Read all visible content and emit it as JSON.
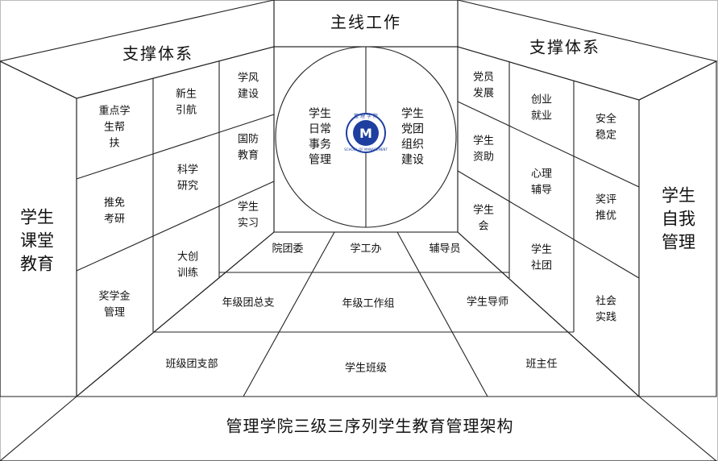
{
  "title": "管理学院三级三序列学生教育管理架构",
  "main_line": "主线工作",
  "support_left_title": "支撑体系",
  "support_right_title": "支撑体系",
  "left_panel": "学生课堂教育",
  "right_panel": "学生自我管理",
  "center": {
    "left_half": "学生日常事务管理",
    "right_half": "学生党团组织建设",
    "logo_top": "管 理 学 院",
    "logo_bottom": "SCHOOL OF MANAGEMENT",
    "logo_mark": "M"
  },
  "left_wall": {
    "col1": [
      "重点学生帮扶",
      "推免考研",
      "奖学金管理"
    ],
    "col2": [
      "新生引航",
      "科学研究",
      "大创训练"
    ],
    "col3": [
      "学风建设",
      "国防教育",
      "学生实习"
    ]
  },
  "right_wall": {
    "col1": [
      "党员发展",
      "学生资助",
      "学生会"
    ],
    "col2": [
      "创业就业",
      "心理辅导",
      "学生社团"
    ],
    "col3": [
      "安全稳定",
      "奖评推优",
      "社会实践"
    ]
  },
  "floor": {
    "row1": [
      "院团委",
      "学工办",
      "辅导员"
    ],
    "row2": [
      "年级团总支",
      "年级工作组",
      "学生导师"
    ],
    "row3": [
      "班级团支部",
      "学生班级",
      "班主任"
    ]
  }
}
